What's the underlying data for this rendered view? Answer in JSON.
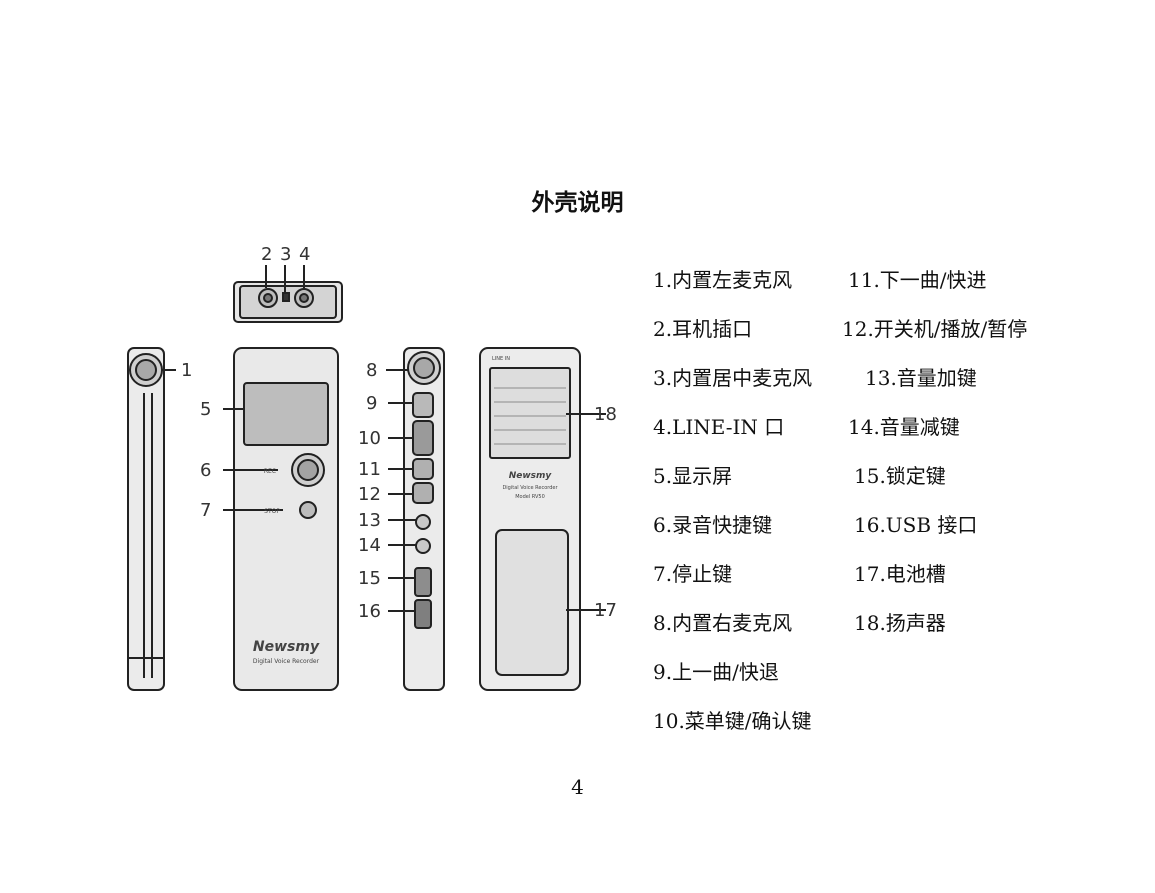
{
  "title": "外壳说明",
  "diagram": {
    "callouts": [
      "1",
      "2",
      "3",
      "4",
      "5",
      "6",
      "7",
      "8",
      "9",
      "10",
      "11",
      "12",
      "13",
      "14",
      "15",
      "16",
      "17",
      "18"
    ],
    "device_text": {
      "brand": "Newsmy",
      "subtitle": "Digital Voice Recorder",
      "back_brand": "Newsmy",
      "back_subtitle": "Digital Voice Recorder",
      "back_model": "Model RV50",
      "rec": "REC",
      "stop": "STOP",
      "line_in": "LINE IN"
    }
  },
  "legend": {
    "left": [
      "1.内置左麦克风",
      "2.耳机插口",
      "3.内置居中麦克风",
      "4.LINE-IN 口",
      "5.显示屏",
      "6.录音快捷键",
      "7.停止键",
      "8.内置右麦克风",
      "9.上一曲/快退",
      "10.菜单键/确认键"
    ],
    "right": [
      "11.下一曲/快进",
      "12.开关机/播放/暂停",
      "13.音量加键",
      "14.音量减键",
      "15.锁定键",
      "16.USB 接口",
      "17.电池槽",
      "18.扬声器"
    ]
  },
  "page_number": "4"
}
